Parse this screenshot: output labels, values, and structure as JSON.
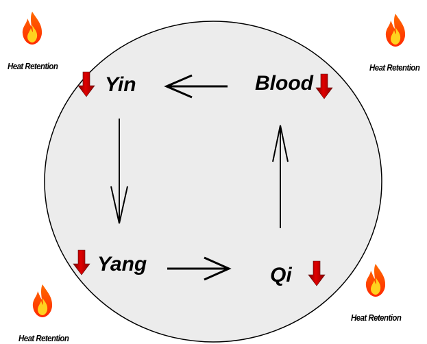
{
  "nodes": {
    "yin": {
      "label": "Yin",
      "status": "decreasing"
    },
    "blood": {
      "label": "Blood",
      "status": "decreasing"
    },
    "yang": {
      "label": "Yang",
      "status": "decreasing"
    },
    "qi": {
      "label": "Qi",
      "status": "decreasing"
    }
  },
  "corners": {
    "top_left": {
      "label": "Heat Retention",
      "icon": "flame-icon"
    },
    "top_right": {
      "label": "Heat Retention",
      "icon": "flame-icon"
    },
    "bottom_left": {
      "label": "Heat Retention",
      "icon": "flame-icon"
    },
    "bottom_right": {
      "label": "Heat Retention",
      "icon": "flame-icon"
    }
  },
  "cycle": [
    "Blood",
    "Yin",
    "Yang",
    "Qi",
    "Blood"
  ],
  "colors": {
    "circle_fill": "#ececec",
    "circle_stroke": "#000000",
    "down_arrow": "#c40000",
    "flame_outer": "#ff3b00",
    "flame_inner": "#ffd21f"
  }
}
